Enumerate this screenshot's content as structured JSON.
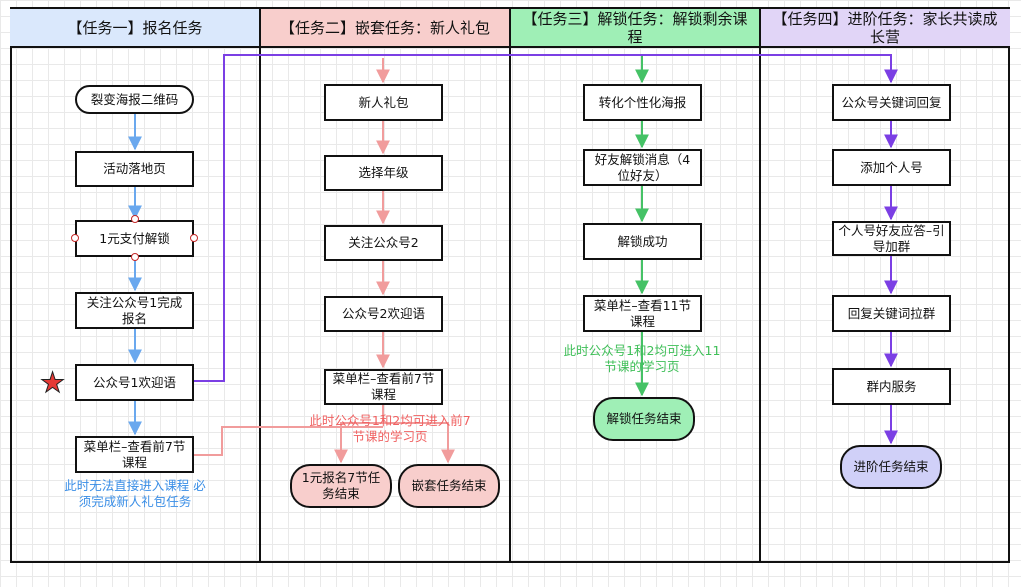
{
  "lanes": [
    {
      "title": "【任务一】报名任务",
      "bg": "#dae8fc"
    },
    {
      "title": "【任务二】嵌套任务：新人礼包",
      "bg": "#f8cecc"
    },
    {
      "title": "【任务三】解锁任务：解锁剩余课程",
      "bg": "#9fefb6"
    },
    {
      "title": "【任务四】进阶任务：家长共读成长营",
      "bg": "#e1d5f7"
    }
  ],
  "lane1": {
    "n1": "裂变海报二维码",
    "n2": "活动落地页",
    "n3": "1元支付解锁",
    "n4": "关注公众号1完成报名",
    "n5": "公众号1欢迎语",
    "n6": "菜单栏–查看前7节课程",
    "note": "此时无法直接进入课程 必须完成新人礼包任务"
  },
  "lane2": {
    "n1": "新人礼包",
    "n2": "选择年级",
    "n3": "关注公众号2",
    "n4": "公众号2欢迎语",
    "n5": "菜单栏–查看前7节课程",
    "note": "此时公众号1和2均可进入前7节课的学习页",
    "end1": "1元报名7节任务结束",
    "end2": "嵌套任务结束"
  },
  "lane3": {
    "n1": "转化个性化海报",
    "n2": "好友解锁消息（4位好友）",
    "n3": "解锁成功",
    "n4": "菜单栏–查看11节课程",
    "note": "此时公众号1和2均可进入11节课的学习页",
    "end": "解锁任务结束"
  },
  "lane4": {
    "n1": "公众号关键词回复",
    "n2": "添加个人号",
    "n3": "个人号好友应答–引导加群",
    "n4": "回复关键词拉群",
    "n5": "群内服务",
    "end": "进阶任务结束"
  },
  "colors": {
    "blue": "#6aa8ee",
    "red": "#f19c9c",
    "green": "#45c266",
    "purple": "#7b3fe4",
    "blue_text": "#3a8ee6",
    "red_text": "#f06262",
    "green_text": "#3fbf58",
    "red_fill": "#f8cecc",
    "green_fill": "#9fefb6",
    "purple_fill": "#d0d0f8"
  },
  "icons": {
    "star": "star-icon"
  }
}
